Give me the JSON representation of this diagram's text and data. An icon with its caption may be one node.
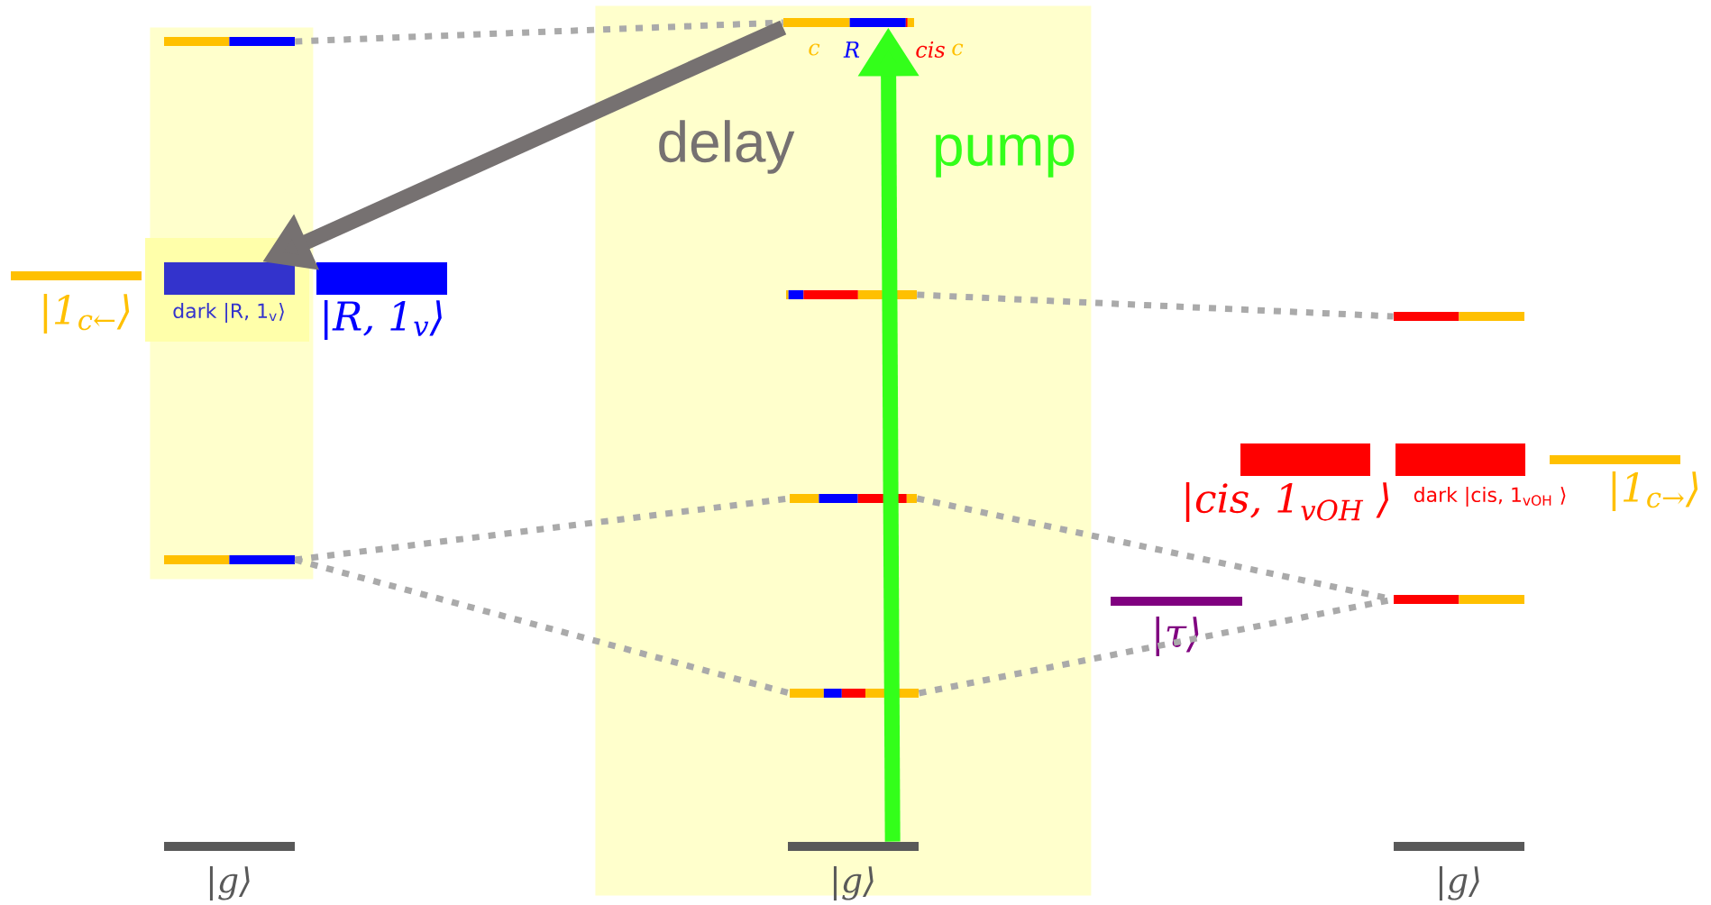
{
  "diagram": {
    "nodes": [
      {
        "text": [],
        "shape": "box"
      },
      {
        "text": [],
        "shape": "bar",
        "in": 0
      },
      {
        "text": [
          "|1$_{c←}$⟩"
        ]
      },
      {
        "text": [
          "dark |R, 1$_{v}$⟩"
        ],
        "in": 0
      },
      {
        "text": [
          "|R, 1$_{v}$⟩"
        ]
      },
      {
        "text": [],
        "shape": "bar",
        "in": 0
      },
      {
        "text": [
          "|g⟩"
        ]
      },
      {
        "text": [],
        "shape": "box"
      },
      {
        "text": [
          "c",
          "R",
          "cis",
          "c"
        ],
        "in": 7
      },
      {
        "text": [],
        "shape": "bar",
        "in": 7
      },
      {
        "text": [],
        "shape": "bar",
        "in": 7
      },
      {
        "text": [],
        "shape": "bar",
        "in": 7
      },
      {
        "text": [
          "|g⟩"
        ],
        "in": 7
      },
      {
        "text": [
          "|τ⟩"
        ]
      },
      {
        "text": [],
        "shape": "bar"
      },
      {
        "text": [
          "|cis, 1$_{vOH}$ ⟩"
        ]
      },
      {
        "text": [
          "dark |cis, 1$_{vOH}$ ⟩"
        ]
      },
      {
        "text": [
          "|1$_{c→}$⟩"
        ]
      },
      {
        "text": [],
        "shape": "bar"
      },
      {
        "text": [
          "|g⟩"
        ]
      }
    ],
    "edges": [
      {
        "from": 1,
        "to": 8,
        "arrow": "none",
        "style": "dashed"
      },
      {
        "from": 9,
        "to": 14,
        "arrow": "none",
        "style": "dashed"
      },
      {
        "from": 5,
        "to": 10,
        "arrow": "none",
        "style": "dashed"
      },
      {
        "from": 5,
        "to": 11,
        "arrow": "none",
        "style": "dashed"
      },
      {
        "from": 10,
        "to": 18,
        "arrow": "none",
        "style": "dashed"
      },
      {
        "from": 11,
        "to": 18,
        "arrow": "none",
        "style": "dashed"
      },
      {
        "from": 8,
        "to": 3,
        "arrow": "to",
        "label": "delay",
        "style": "thick",
        "color": "#767171"
      },
      {
        "from": 12,
        "to": 8,
        "arrow": "to",
        "label": "pump",
        "style": "thick",
        "color": "#33ff1a"
      }
    ]
  }
}
